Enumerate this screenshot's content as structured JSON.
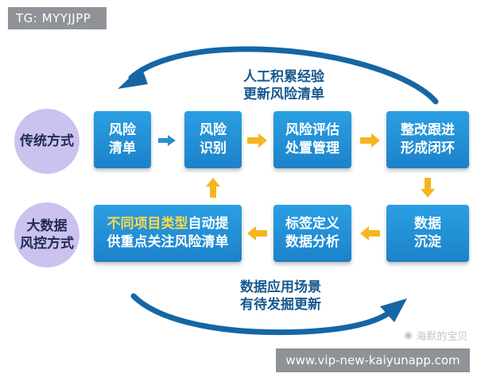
{
  "top_tag": "TG: MYYJJPP",
  "top_arc": {
    "line1": "人工积累经验",
    "line2": "更新风险清单"
  },
  "bottom_arc": {
    "line1": "数据应用场景",
    "line2": "有待发掘更新"
  },
  "traditional": {
    "line1": "传统方式"
  },
  "bigdata": {
    "line1": "大数据",
    "line2": "风控方式"
  },
  "steps": {
    "risk_list": {
      "line1": "风险",
      "line2": "清单"
    },
    "risk_identify": {
      "line1": "风险",
      "line2": "识别"
    },
    "risk_assess": {
      "line1": "风险评估",
      "line2": "处置管理"
    },
    "rectify": {
      "line1": "整改跟进",
      "line2": "形成闭环"
    },
    "data_settle": {
      "line1": "数据",
      "line2": "沉淀"
    },
    "label_analysis": {
      "line1": "标签定义",
      "line2": "数据分析"
    },
    "auto_list": {
      "highlight": "不同项目类型",
      "line1_rest": "自动提",
      "line2": "供重点关注风险清单"
    }
  },
  "watermark": "海默的宝贝",
  "url": "www.vip-new-kaiyunapp.com",
  "colors": {
    "box_blue": "#1f8fd6",
    "arc_blue": "#16588f",
    "arrow_orange": "#f5b51e",
    "arrow_blue": "#2a8fd0",
    "circle_purple": "#cbc2ef",
    "highlight_yellow": "#ffd84a"
  }
}
